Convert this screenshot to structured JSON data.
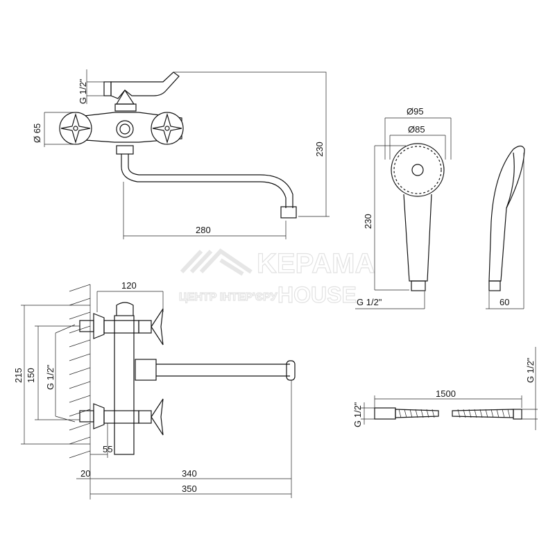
{
  "watermark": {
    "brand": "KEPAMA",
    "sub": "HOUSE",
    "tagline": "ЦЕНТР ІНТЕР'ЄРУ"
  },
  "top_view": {
    "thread": "G 1/2\"",
    "handle_diameter": "Ø 65",
    "height": "230",
    "spout_reach": "280"
  },
  "shower_head": {
    "outer_diameter": "Ø95",
    "inner_diameter": "Ø85",
    "length": "230",
    "thread": "G 1/2\"",
    "depth": "60"
  },
  "front_view": {
    "width": "120",
    "overall_height": "215",
    "center_distance": "150",
    "thread": "G 1/2\"",
    "offset": "55",
    "wall": "20",
    "spout_length": "340",
    "overall_length": "350"
  },
  "hose": {
    "length": "1500",
    "thread_left": "G 1/2\"",
    "thread_right": "G 1/2\""
  }
}
